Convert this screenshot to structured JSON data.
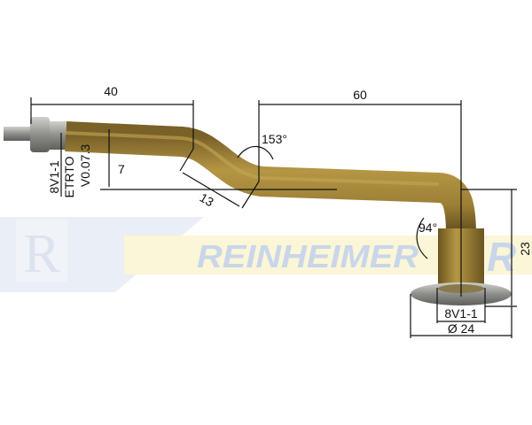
{
  "watermark": {
    "brand": "REINHEIMER",
    "logo_letter": "R"
  },
  "labels": {
    "valve_code": "8V1-1",
    "standard": "ETRTO",
    "version": "V0.07.3"
  },
  "dimensions": {
    "length_first": "40",
    "length_second": "60",
    "offset": "7",
    "bend_segment": "13",
    "angle_upper": "153°",
    "angle_lower": "94°",
    "height": "23",
    "base_code": "8V1-1",
    "base_diameter": "Ø 24"
  },
  "colors": {
    "brass": "#a88a3c",
    "brass_dark": "#6e5722",
    "steel": "#9a9a98",
    "watermark_blue": "#c9d6ea",
    "watermark_yellow": "#fbf6d8"
  }
}
